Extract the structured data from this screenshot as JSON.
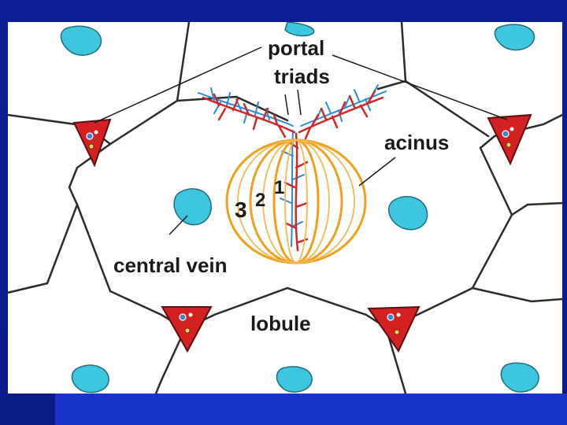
{
  "labels": {
    "portal": "portal",
    "triads": "triads",
    "acinus": "acinus",
    "central_vein": "central vein",
    "lobule": "lobule",
    "zone_3": "3",
    "zone_2": "2",
    "zone_1": "1"
  },
  "colors": {
    "background": "#0a1c8c",
    "strip": "#1a33c8",
    "paper": "#ffffff",
    "vein": "#3cc6e0",
    "triad": "#d42020",
    "acinus": "#f0a020",
    "artery": "#d02828",
    "portal_vein_branch": "#2a8ad8",
    "outline": "#2b2b2b"
  }
}
